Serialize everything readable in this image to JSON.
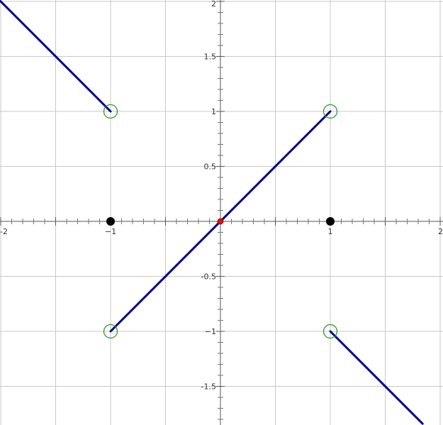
{
  "chart_data": {
    "type": "line",
    "title": "",
    "xlabel": "",
    "ylabel": "",
    "xlim": [
      -2,
      2.02
    ],
    "ylim": [
      -1.84,
      2.02
    ],
    "x_ticks": [
      {
        "value": -2,
        "label": "-2"
      },
      {
        "value": -1,
        "label": "−1"
      },
      {
        "value": 1,
        "label": "1"
      },
      {
        "value": 2,
        "label": "2"
      }
    ],
    "y_ticks": [
      {
        "value": 2,
        "label": "2"
      },
      {
        "value": 1.5,
        "label": "1.5"
      },
      {
        "value": 1,
        "label": "1"
      },
      {
        "value": 0.5,
        "label": "0.5"
      },
      {
        "value": -0.5,
        "label": "-0.5"
      },
      {
        "value": -1,
        "label": "−1"
      },
      {
        "value": -1.5,
        "label": "-1.5"
      }
    ],
    "grid": true,
    "series": [
      {
        "x": [
          -2.02,
          -1
        ],
        "y": [
          2.02,
          1
        ]
      },
      {
        "x": [
          -1,
          1
        ],
        "y": [
          -1,
          1
        ]
      },
      {
        "x": [
          1,
          1.84
        ],
        "y": [
          -1,
          -1.84
        ]
      }
    ],
    "open_points": [
      {
        "x": -1,
        "y": 1
      },
      {
        "x": -1,
        "y": -1
      },
      {
        "x": 1,
        "y": 1
      },
      {
        "x": 1,
        "y": -1
      }
    ],
    "filled_points": [
      {
        "x": -1,
        "y": 0
      },
      {
        "x": 1,
        "y": 0
      }
    ],
    "highlight_point": {
      "x": 0,
      "y": 0
    },
    "colors": {
      "line": "#000080",
      "open_point": "#2e9a2e",
      "filled_point": "#000000",
      "highlight_point": "#e01010"
    }
  }
}
